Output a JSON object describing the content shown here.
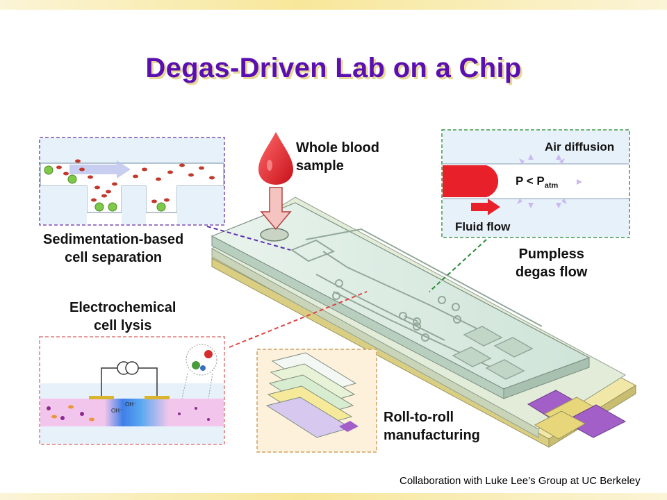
{
  "title": "Degas-Driven Lab on a Chip",
  "labels": {
    "whole_blood": "Whole blood\nsample",
    "sedimentation": "Sedimentation-based\ncell separation",
    "electrochemical": "Electrochemical\ncell lysis",
    "pumpless": "Pumpless\ndegas flow",
    "roll_to_roll": "Roll-to-roll\nmanufacturing",
    "air_diffusion": "Air diffusion",
    "fluid_flow": "Fluid flow",
    "pressure_main": "P < P",
    "pressure_sub": "atm",
    "oh_top": "OH⁻",
    "oh_left": "OH⁻"
  },
  "credit": "Collaboration with Luke Lee’s Group at UC Berkeley",
  "colors": {
    "title": "#5b0fb0",
    "blood": "#e8202a",
    "chip": "#cfe6d6",
    "electrode_purple": "#a35fc8",
    "electrode_gold": "#e8d77a"
  }
}
